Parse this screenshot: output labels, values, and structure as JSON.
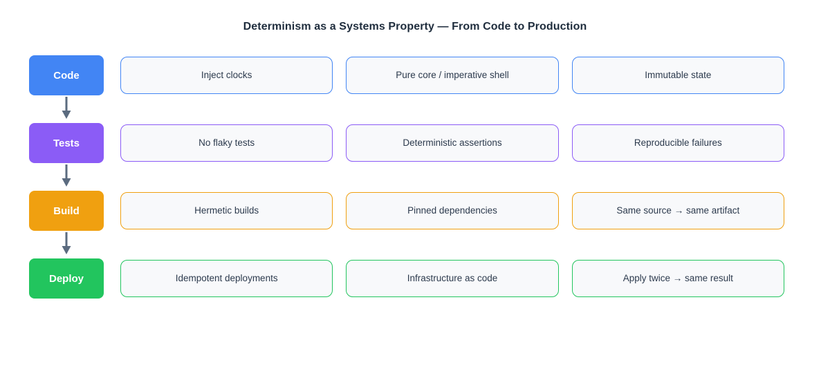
{
  "title": "Determinism as a Systems Property — From Code to Production",
  "colors": {
    "code": "#4285f4",
    "tests": "#8b5cf6",
    "build": "#f0a010",
    "deploy": "#22c55e",
    "connector": "#5b6b7f",
    "card_fill": "#f8f9fb",
    "card_text": "#2c3a4d",
    "title_text": "#1f2d3d"
  },
  "stages": [
    {
      "name": "Code",
      "color": "#4285f4",
      "connector_icon": "arrow-down-icon",
      "has_connector": true,
      "cards": [
        {
          "label": "Inject clocks"
        },
        {
          "label": "Pure core / imperative shell"
        },
        {
          "label": "Immutable state"
        }
      ]
    },
    {
      "name": "Tests",
      "color": "#8b5cf6",
      "connector_icon": "arrow-down-icon",
      "has_connector": true,
      "cards": [
        {
          "label": "No flaky tests"
        },
        {
          "label": "Deterministic assertions"
        },
        {
          "label": "Reproducible failures"
        }
      ]
    },
    {
      "name": "Build",
      "color": "#f0a010",
      "connector_icon": "arrow-down-icon",
      "has_connector": true,
      "cards": [
        {
          "label": "Hermetic builds"
        },
        {
          "label": "Pinned dependencies"
        },
        {
          "label": "Same source → same artifact"
        }
      ]
    },
    {
      "name": "Deploy",
      "color": "#22c55e",
      "connector_icon": null,
      "has_connector": false,
      "cards": [
        {
          "label": "Idempotent deployments"
        },
        {
          "label": "Infrastructure as code"
        },
        {
          "label": "Apply twice → same result"
        }
      ]
    }
  ]
}
